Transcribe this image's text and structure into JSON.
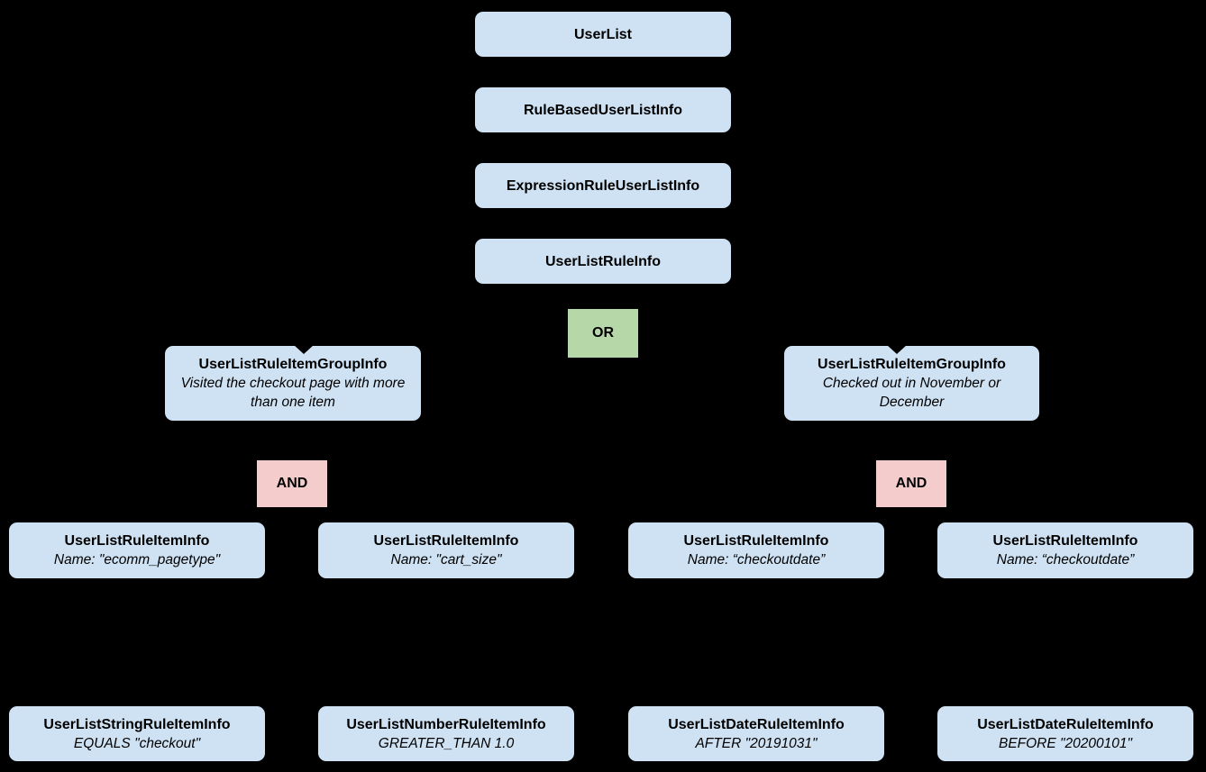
{
  "diagram": {
    "background_color": "#000000",
    "node_fill_color": "#cfe2f3",
    "or_fill_color": "#b6d7a8",
    "and_fill_color": "#f4cccc",
    "text_color": "#000000"
  },
  "nodes": {
    "userList": {
      "label": "UserList"
    },
    "ruleBased": {
      "label": "RuleBasedUserListInfo"
    },
    "expressionRule": {
      "label": "ExpressionRuleUserListInfo"
    },
    "userListRule": {
      "label": "UserListRuleInfo"
    },
    "orOperator": {
      "label": "OR"
    },
    "groupLeft": {
      "label": "UserListRuleItemGroupInfo",
      "description": "Visited the checkout page with more than one item"
    },
    "groupRight": {
      "label": "UserListRuleItemGroupInfo",
      "description": "Checked out in November or December"
    },
    "andLeft": {
      "label": "AND"
    },
    "andRight": {
      "label": "AND"
    },
    "item1": {
      "label": "UserListRuleItemInfo",
      "description": "Name: \"ecomm_pagetype\""
    },
    "item2": {
      "label": "UserListRuleItemInfo",
      "description": "Name: \"cart_size\""
    },
    "item3": {
      "label": "UserListRuleItemInfo",
      "description": "Name: “checkoutdate”"
    },
    "item4": {
      "label": "UserListRuleItemInfo",
      "description": "Name: “checkoutdate”"
    },
    "leaf1": {
      "label": "UserListStringRuleItemInfo",
      "description": "EQUALS \"checkout\""
    },
    "leaf2": {
      "label": "UserListNumberRuleItemInfo",
      "description": "GREATER_THAN 1.0"
    },
    "leaf3": {
      "label": "UserListDateRuleItemInfo",
      "description": "AFTER \"20191031\""
    },
    "leaf4": {
      "label": "UserListDateRuleItemInfo",
      "description": "BEFORE \"20200101\""
    }
  }
}
